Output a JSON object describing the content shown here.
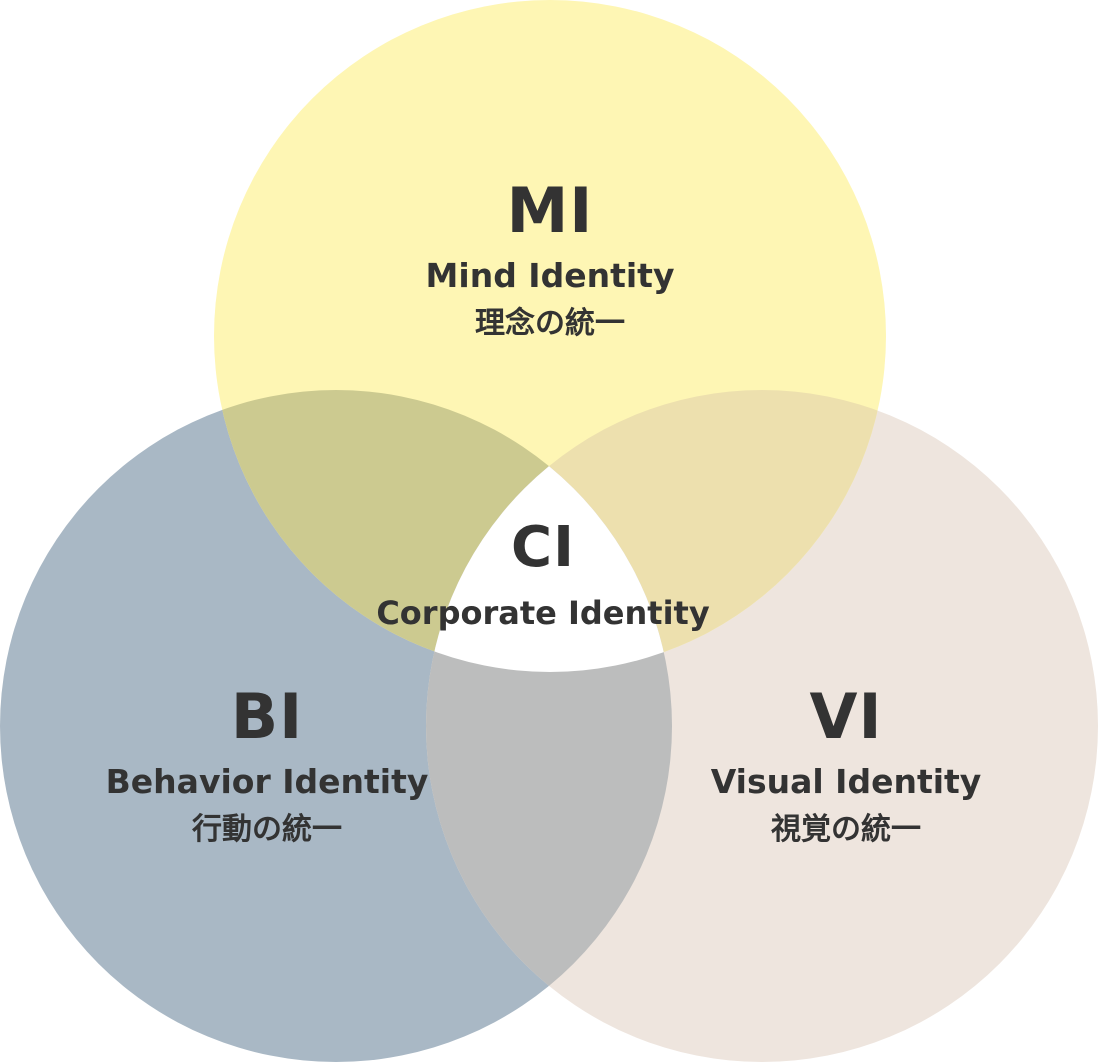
{
  "colors": {
    "mi_fill": "#fef6b4",
    "bi_fill": "#a9b8c5",
    "vi_fill": "#eee5de",
    "mi_bi_overlap": "#ccca90",
    "mi_vi_overlap": "#ede0ae",
    "bi_vi_overlap": "#bcbdbd",
    "center": "#ffffff",
    "text": "#333333"
  },
  "circles": {
    "mi": {
      "abbr": "MI",
      "name": "Mind Identity",
      "jp": "理念の統一"
    },
    "bi": {
      "abbr": "BI",
      "name": "Behavior Identity",
      "jp": "行動の統一"
    },
    "vi": {
      "abbr": "VI",
      "name": "Visual Identity",
      "jp": "視覚の統一"
    }
  },
  "center": {
    "abbr": "CI",
    "name": "Corporate Identity"
  }
}
